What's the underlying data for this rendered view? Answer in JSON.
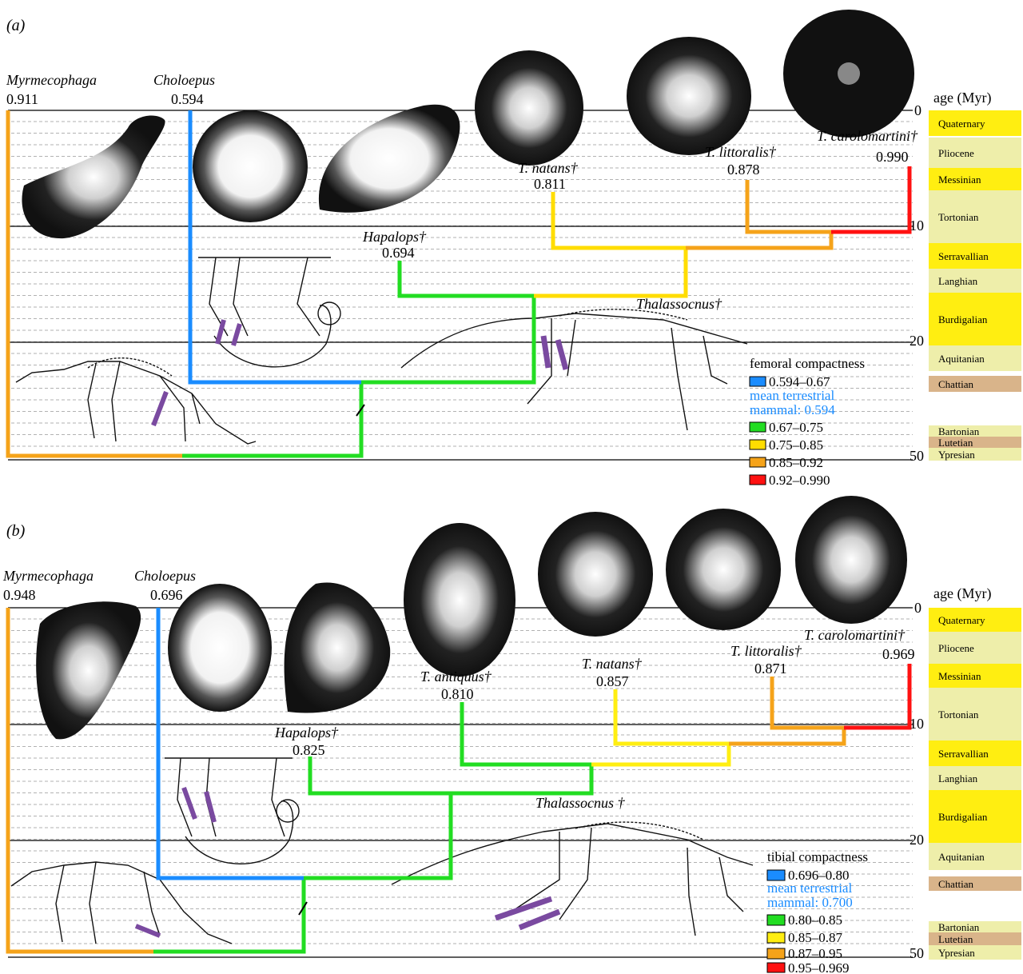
{
  "panels": [
    {
      "label": "(a)",
      "legend_title": "femoral compactness",
      "mean_text_line1": "mean terrestrial",
      "mean_text_line2": "mammal: 0.594",
      "age_title": "age (Myr)",
      "age_ticks": [
        "0",
        "10",
        "20",
        "50"
      ],
      "taxa": [
        {
          "name": "Myrmecophaga",
          "value": "0.911"
        },
        {
          "name": "Choloepus",
          "value": "0.594"
        },
        {
          "name": "Hapalops†",
          "value": "0.694"
        },
        {
          "name": "T. natans†",
          "value": "0.811"
        },
        {
          "name": "T. littoralis†",
          "value": "0.878"
        },
        {
          "name": "T. carolomartini†",
          "value": "0.990"
        },
        {
          "name": "Thalassocnus†",
          "value": ""
        }
      ],
      "legend": [
        {
          "range": "0.594–0.67",
          "color": "#1a8cff"
        },
        {
          "range": "0.67–0.75",
          "color": "#22dd22"
        },
        {
          "range": "0.75–0.85",
          "color": "#ffdd00"
        },
        {
          "range": "0.85–0.92",
          "color": "#f5a31a"
        },
        {
          "range": "0.92–0.990",
          "color": "#ff1111"
        }
      ],
      "epochs": [
        {
          "name": "Quaternary",
          "color": "#ffee11"
        },
        {
          "name": "Pliocene",
          "color": "#eeeeaa"
        },
        {
          "name": "Messinian",
          "color": "#ffee11"
        },
        {
          "name": "Tortonian",
          "color": "#eeeeaa"
        },
        {
          "name": "Serravallian",
          "color": "#ffee11"
        },
        {
          "name": "Langhian",
          "color": "#eeeeaa"
        },
        {
          "name": "Burdigalian",
          "color": "#ffee11"
        },
        {
          "name": "Aquitanian",
          "color": "#eeeeaa"
        },
        {
          "name": "Chattian",
          "color": "#d9b48a"
        },
        {
          "name": "Bartonian",
          "color": "#eeeeaa"
        },
        {
          "name": "Lutetian",
          "color": "#d9b48a"
        },
        {
          "name": "Ypresian",
          "color": "#eeeeaa"
        }
      ]
    },
    {
      "label": "(b)",
      "legend_title": "tibial compactness",
      "mean_text_line1": "mean terrestrial",
      "mean_text_line2": "mammal: 0.700",
      "age_title": "age (Myr)",
      "age_ticks": [
        "0",
        "10",
        "20",
        "50"
      ],
      "taxa": [
        {
          "name": "Myrmecophaga",
          "value": "0.948"
        },
        {
          "name": "Choloepus",
          "value": "0.696"
        },
        {
          "name": "Hapalops†",
          "value": "0.825"
        },
        {
          "name": "T. antiquus†",
          "value": "0.810"
        },
        {
          "name": "T. natans†",
          "value": "0.857"
        },
        {
          "name": "T. littoralis†",
          "value": "0.871"
        },
        {
          "name": "T. carolomartini†",
          "value": "0.969"
        },
        {
          "name": "Thalassocnus †",
          "value": ""
        }
      ],
      "legend": [
        {
          "range": "0.696–0.80",
          "color": "#1a8cff"
        },
        {
          "range": "0.80–0.85",
          "color": "#22dd22"
        },
        {
          "range": "0.85–0.87",
          "color": "#ffee11"
        },
        {
          "range": "0.87–0.95",
          "color": "#f5a31a"
        },
        {
          "range": "0.95–0.969",
          "color": "#ff1111"
        }
      ],
      "epochs": [
        {
          "name": "Quaternary",
          "color": "#ffee11"
        },
        {
          "name": "Pliocene",
          "color": "#eeeeaa"
        },
        {
          "name": "Messinian",
          "color": "#ffee11"
        },
        {
          "name": "Tortonian",
          "color": "#eeeeaa"
        },
        {
          "name": "Serravallian",
          "color": "#ffee11"
        },
        {
          "name": "Langhian",
          "color": "#eeeeaa"
        },
        {
          "name": "Burdigalian",
          "color": "#ffee11"
        },
        {
          "name": "Aquitanian",
          "color": "#eeeeaa"
        },
        {
          "name": "Chattian",
          "color": "#d9b48a"
        },
        {
          "name": "Bartonian",
          "color": "#eeeeaa"
        },
        {
          "name": "Lutetian",
          "color": "#d9b48a"
        },
        {
          "name": "Ypresian",
          "color": "#eeeeaa"
        }
      ]
    }
  ],
  "colors": {
    "blue": "#1a8cff",
    "green": "#22dd22",
    "yellow": "#ffdd00",
    "orange": "#f5a31a",
    "red": "#ff1111",
    "mean_text": "#1a8cff",
    "skeleton_highlight": "#7a4aa0"
  }
}
